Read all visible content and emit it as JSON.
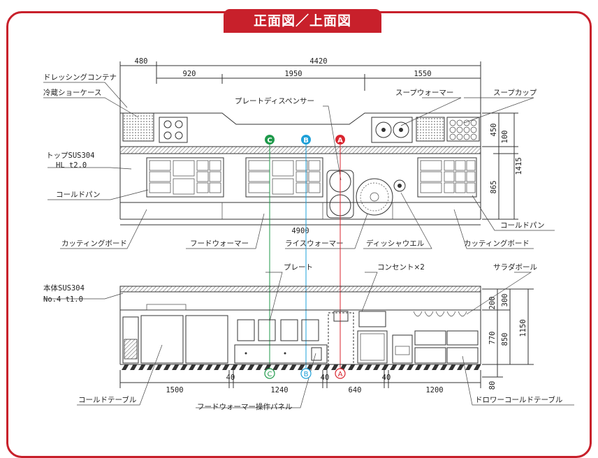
{
  "title": "正面図／上面図",
  "plan_dimensions": {
    "total_top": "4420",
    "seg_480": "480",
    "seg_920": "920",
    "seg_1950": "1950",
    "seg_1550": "1550",
    "total_bottom": "4900",
    "right_450": "450",
    "right_100": "100",
    "right_1415": "1415",
    "right_865": "865"
  },
  "plan_labels": {
    "dressing_container": "ドレッシングコンテナ",
    "cold_showcase": "冷蔵ショーケース",
    "plate_dispenser": "プレートディスペンサー",
    "soup_warmer": "スープウォーマー",
    "soup_cup": "スープカップ",
    "top_sus_1": "トップSUS304",
    "top_sus_2": "HL t2.0",
    "cold_pan_left": "コールドパン",
    "cold_pan_right": "コールドパン",
    "cutting_board_left": "カッティングボード",
    "food_warmer": "フードウォーマー",
    "rice_warmer": "ライスウォーマー",
    "dish_washer": "ディッシャウエル",
    "cutting_board_right": "カッティングボード"
  },
  "section_markers": {
    "a": "A",
    "b": "B",
    "c": "C"
  },
  "marker_colors": {
    "a": "#d9252f",
    "b": "#1ea0d8",
    "c": "#1f9a4b"
  },
  "front_labels": {
    "body_sus_1": "本体SUS304",
    "body_sus_2": "No.4 t1.0",
    "plate": "プレート",
    "outlet": "コンセント×2",
    "salad_bowl": "サラダボール",
    "cold_table": "コールドテーブル",
    "food_warmer_panel": "フードウォーマー操作パネル",
    "drawer_cold_table": "ドロワーコールドテーブル"
  },
  "front_dimensions": {
    "w1500": "1500",
    "w40a": "40",
    "w1240": "1240",
    "w40b": "40",
    "w640": "640",
    "w40c": "40",
    "w1200": "1200",
    "h200": "200",
    "h300": "300",
    "h770": "770",
    "h850": "850",
    "h1150": "1150",
    "h80": "80"
  },
  "accent_color": "#c8202b"
}
